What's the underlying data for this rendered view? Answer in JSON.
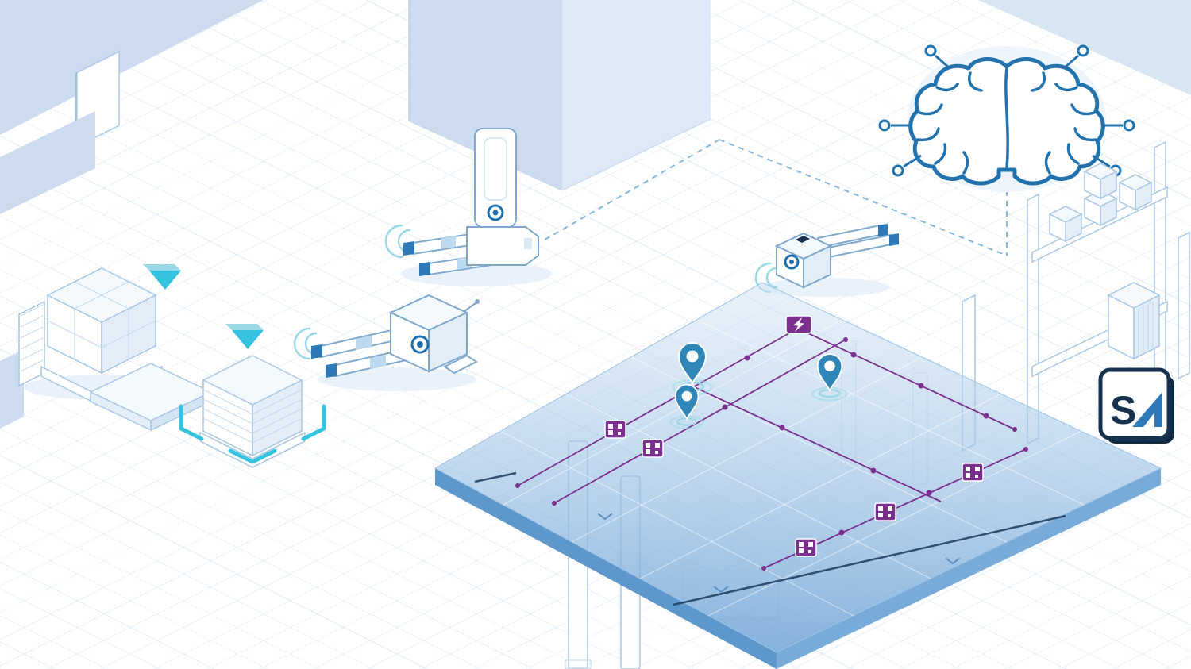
{
  "logo": {
    "letter": "S",
    "triangle_icon": "blue-right-triangle"
  },
  "icons": {
    "ai_brain": "brain-with-circuit-nodes",
    "charging_station": "lightning-bolt-badge",
    "qr_marker": "qr-code-badge",
    "location_pin": "map-pin",
    "signal_waves": "wifi-arcs",
    "placement_arrow": "down-arrow-3d",
    "alignment_bracket": "corner-bracket"
  },
  "elements": {
    "vehicles": [
      "agv-forklift-mast",
      "agv-pallet-truck",
      "agv-tugger"
    ],
    "map_markers": {
      "pins": 3,
      "qr_codes": 5,
      "charging_stations": 1
    },
    "storage": [
      "inbound-pallet-boxes",
      "crate-stack",
      "storage-rack",
      "staging-slab"
    ]
  },
  "colors": {
    "line": "#a9c7e4",
    "line2": "#7fa8cc",
    "line_light": "#c5dbee",
    "wall_mid": "#ccdcee",
    "wall_light": "#dde9f6",
    "wall_light2": "#d8e6f4",
    "accent": "#2e79b8",
    "sensor": "#1f6fb0",
    "cyan": "#35c3df",
    "cyan_soft": "#9ad8e8",
    "purple": "#7b2f8f",
    "pin": "#2f86b8",
    "brain": "#2273ad",
    "map_edge": "#5e97cb",
    "map_edge_light": "#79abd9",
    "map_top": "#cfe2f4",
    "map_bottom": "#6fa4d6",
    "navy": "#16324f",
    "dash": "#86b6dc",
    "shadow": "#e9f2fa",
    "face_top": "#f4f9fd",
    "face_right": "#e2edf7"
  }
}
